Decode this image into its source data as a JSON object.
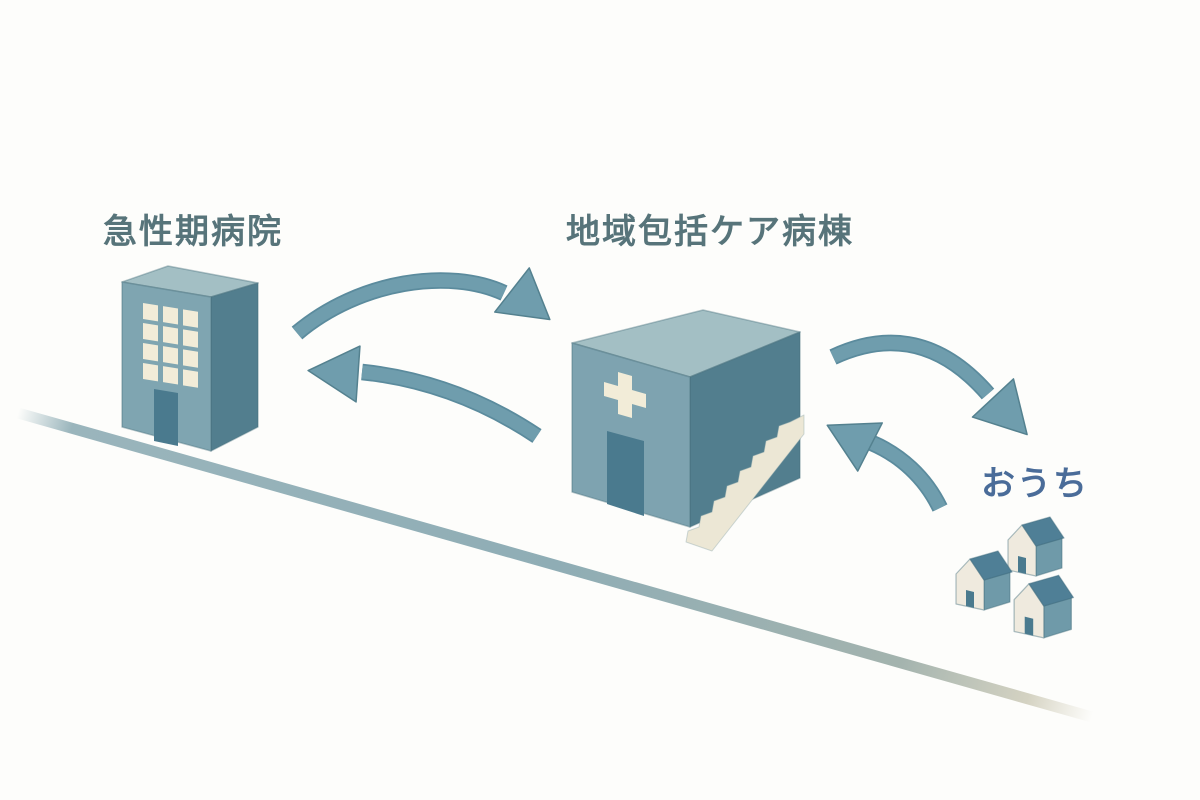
{
  "diagram_type": "flow-illustration",
  "labels": {
    "acute_hospital": "急性期病院",
    "care_ward": "地域包括ケア病棟",
    "home": "おうち"
  },
  "flow": {
    "summary": "急性期病院 ⇄ 地域包括ケア病棟 ⇄ おうち",
    "edges": [
      {
        "from": "急性期病院",
        "to": "地域包括ケア病棟"
      },
      {
        "from": "地域包括ケア病棟",
        "to": "急性期病院"
      },
      {
        "from": "地域包括ケア病棟",
        "to": "おうち"
      },
      {
        "from": "おうち",
        "to": "地域包括ケア病棟"
      }
    ]
  },
  "colors": {
    "background": "#fdfdfb",
    "building_front": "#7fa5b1",
    "building_front_mid": "#7ea3b0",
    "building_side": "#527e8e",
    "building_top": "#a3bfc4",
    "cream": "#f2ecd8",
    "stair_cream": "#ece7d5",
    "door": "#4a7a8e",
    "house_front": "#efeade",
    "house_roof": "#4f7f96",
    "house_side": "#6f9aa9",
    "arrow": "#6f9dad",
    "arrow_edge": "#5b8b9d",
    "ground_line": "#8fadb5",
    "label_text": "#57747a",
    "home_label_text": "#4a6c99"
  }
}
